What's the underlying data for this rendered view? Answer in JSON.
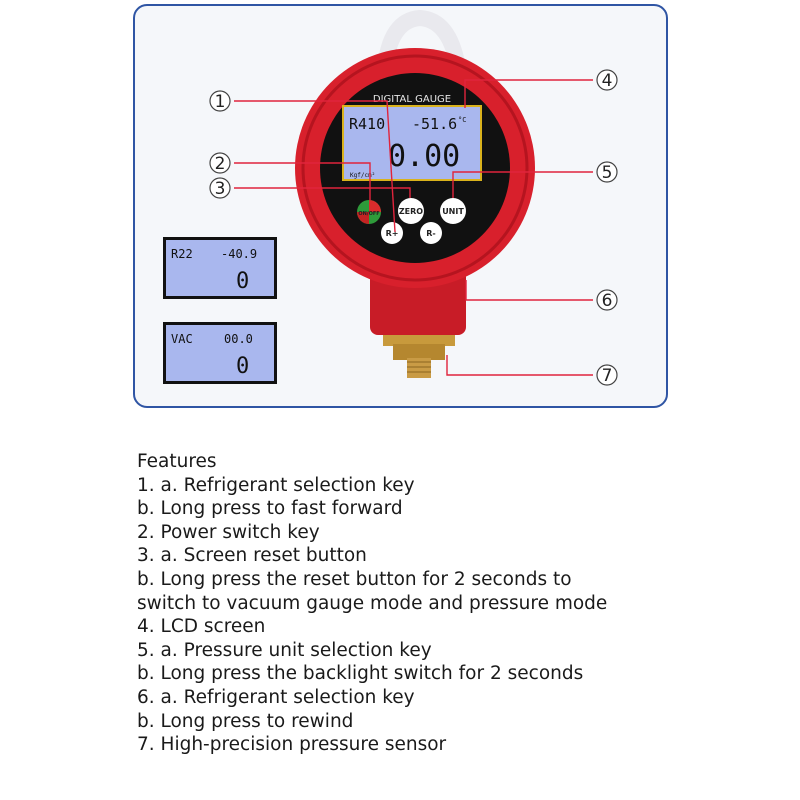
{
  "gauge": {
    "brand_label": "DIGITAL GAUGE",
    "lcd": {
      "refrigerant": "R410",
      "temperature": "-51.6",
      "temp_unit": "°C",
      "pressure": "0.00",
      "unit": "Kgf/cm²"
    },
    "buttons": {
      "power": "ON/OFF",
      "zero": "ZERO",
      "unit": "UNIT",
      "r_plus": "R+",
      "r_minus": "R-"
    }
  },
  "inset_lcds": [
    {
      "top_left": "R22",
      "top_right": "-40.9",
      "bottom": "0"
    },
    {
      "top_left": "VAC",
      "top_right": "00.0",
      "bottom": "0"
    }
  ],
  "callouts": [
    "1",
    "2",
    "3",
    "4",
    "5",
    "6",
    "7"
  ],
  "colors": {
    "frame_border": "#2f55a4",
    "callout_line": "#e0243c",
    "gauge_red": "#d8202c",
    "lcd_blue": "#a9b7ee"
  },
  "features": {
    "heading": "Features",
    "lines": [
      "1. a. Refrigerant selection key",
      "b. Long press to fast forward",
      "2. Power switch key",
      "3. a. Screen reset button",
      "b. Long press the reset button for 2 seconds to",
      "switch to vacuum gauge mode and pressure mode",
      "4. LCD screen",
      "5. a. Pressure unit selection key",
      "b. Long press the backlight switch for 2 seconds",
      "6. a. Refrigerant selection key",
      "b. Long press to rewind",
      "7. High-precision pressure sensor"
    ]
  }
}
